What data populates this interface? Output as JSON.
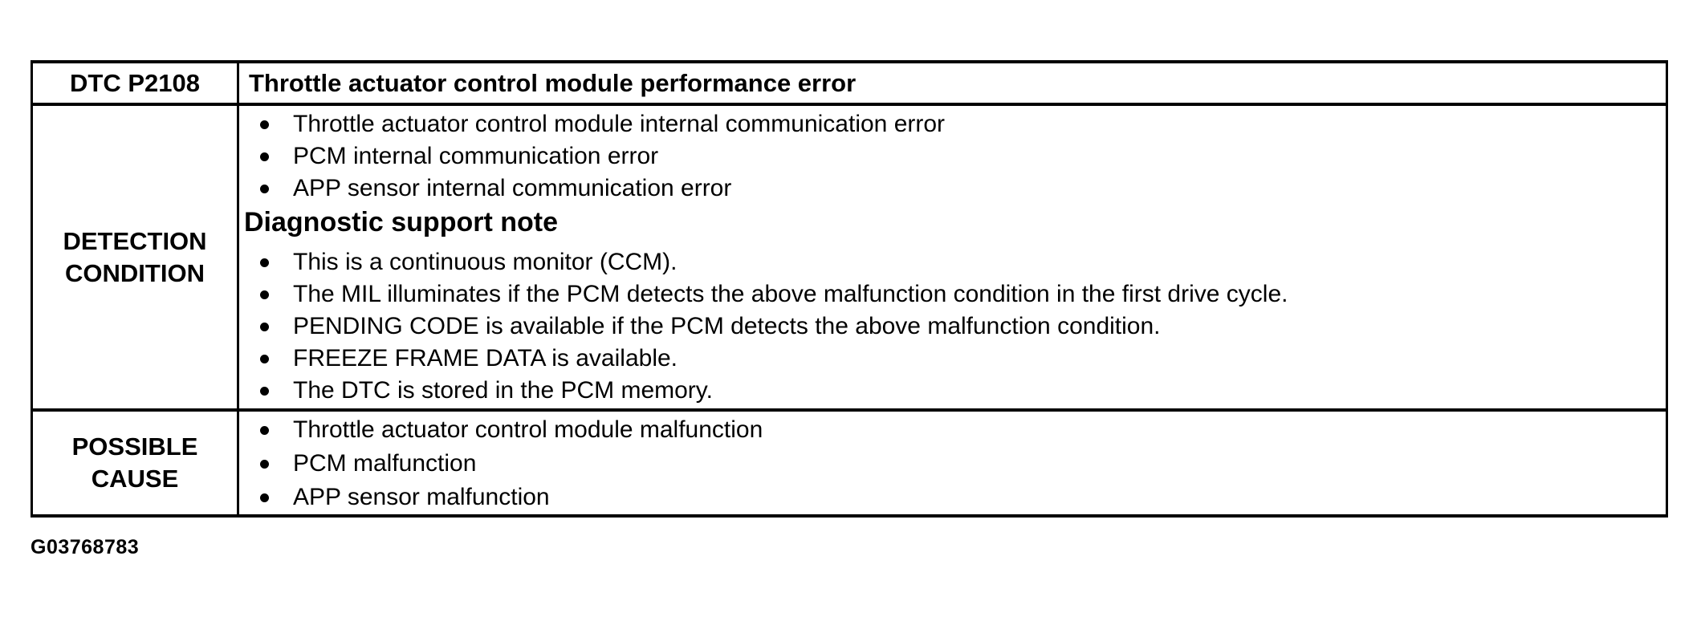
{
  "table": {
    "header": {
      "code": "DTC P2108",
      "title": "Throttle actuator control module performance error"
    },
    "detection": {
      "label_line1": "DETECTION",
      "label_line2": "CONDITION",
      "bullets_top": [
        "Throttle actuator control module internal communication error",
        "PCM internal communication error",
        "APP sensor internal communication error"
      ],
      "subheading": "Diagnostic support note",
      "bullets_bottom": [
        "This is a continuous monitor (CCM).",
        "The MIL illuminates if the PCM detects the above malfunction condition in the first drive cycle.",
        "PENDING CODE is available if the PCM detects the above malfunction condition.",
        "FREEZE FRAME DATA is available.",
        "The DTC is stored in the PCM memory."
      ]
    },
    "possible_cause": {
      "label_line1": "POSSIBLE",
      "label_line2": "CAUSE",
      "bullets": [
        "Throttle actuator control module malfunction",
        "PCM malfunction",
        "APP sensor malfunction"
      ]
    }
  },
  "footer": {
    "figure_id": "G03768783"
  }
}
